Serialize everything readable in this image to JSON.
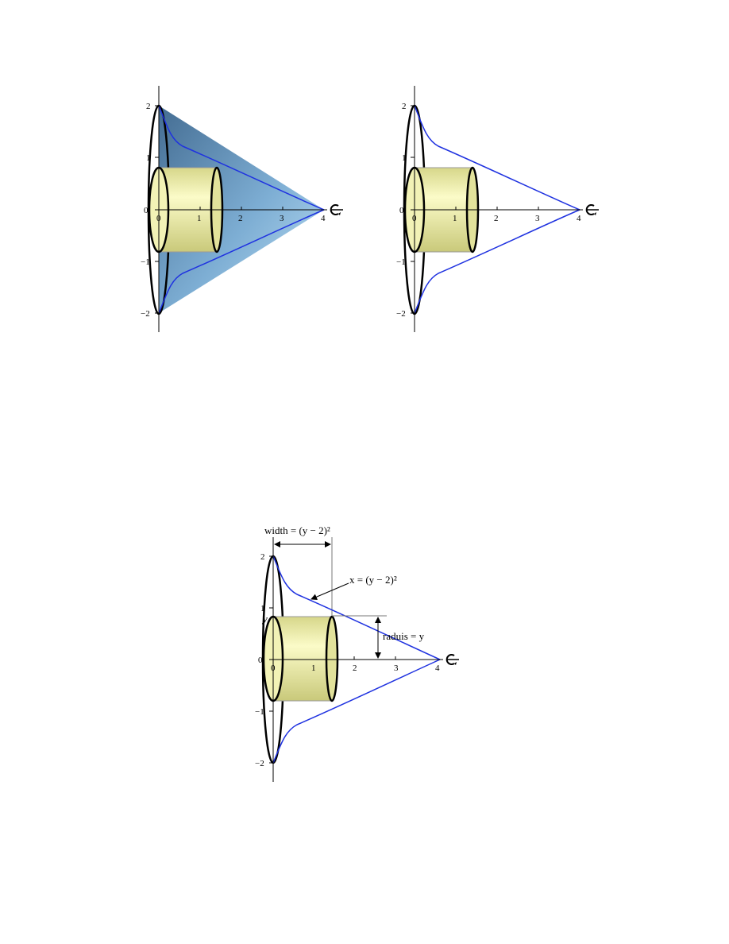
{
  "figures": [
    {
      "name": "solid-shaded",
      "y_ticks": [
        "2",
        "1",
        "0",
        "−1",
        "−2"
      ],
      "x_ticks": [
        "0",
        "1",
        "2",
        "3",
        "4"
      ],
      "rotation_icon": "rotation-arrow-icon",
      "shaded_region": true
    },
    {
      "name": "solid-outline",
      "y_ticks": [
        "2",
        "1",
        "0",
        "−1",
        "−2"
      ],
      "x_ticks": [
        "0",
        "1",
        "2",
        "3",
        "4"
      ],
      "rotation_icon": "rotation-arrow-icon",
      "shaded_region": false
    },
    {
      "name": "solid-annotated",
      "y_ticks": [
        "2",
        "1",
        "0",
        "−1",
        "−2"
      ],
      "x_ticks": [
        "0",
        "1",
        "2",
        "3",
        "4"
      ],
      "rotation_icon": "rotation-arrow-icon",
      "shaded_region": false,
      "annotations": {
        "width_label": "width = (y − 2)²",
        "curve_label": "x = (y − 2)²",
        "radius_label": "raduis = y",
        "y_label": "y"
      }
    }
  ],
  "colors": {
    "curve": "#1f32e0",
    "shell_fill": "#ecec9e",
    "shaded_region": "#4f7fa8",
    "axis": "#000000"
  }
}
